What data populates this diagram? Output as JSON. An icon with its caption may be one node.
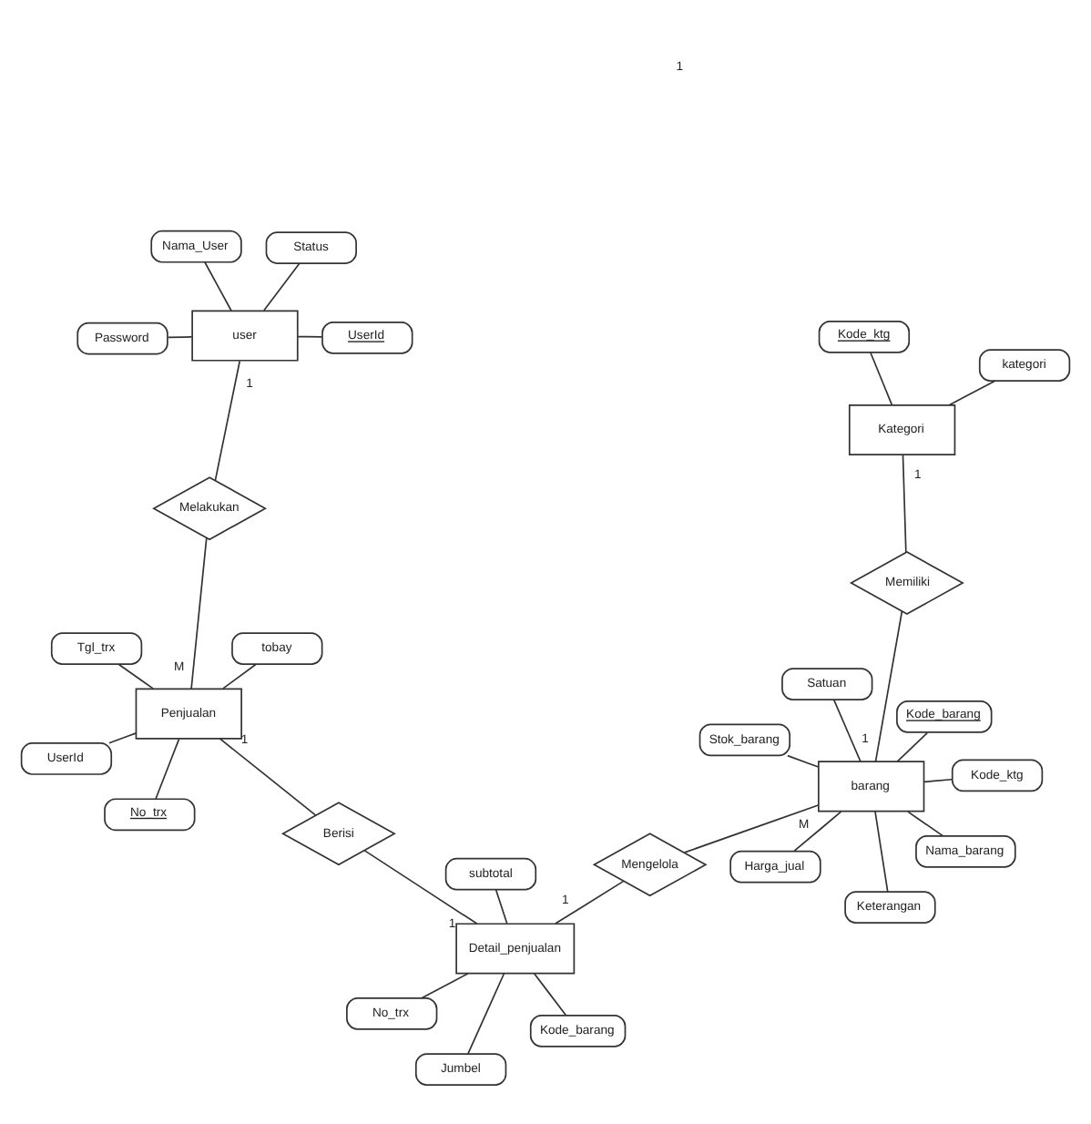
{
  "diagram": {
    "nodes": [
      {
        "text": [
          "Nama_User"
        ]
      },
      {
        "text": [
          "Status"
        ]
      },
      {
        "text": [
          "UserId"
        ]
      },
      {
        "text": [
          "Password"
        ]
      },
      {
        "text": [
          "user"
        ]
      },
      {
        "text": [
          "tobay"
        ]
      },
      {
        "text": [
          "No_trx"
        ]
      },
      {
        "text": [
          "Tgl_trx"
        ]
      },
      {
        "text": [
          "UserId"
        ]
      },
      {
        "text": [
          "Kode_barang"
        ]
      },
      {
        "text": [
          "Jumbel"
        ]
      },
      {
        "text": [
          "subtotal"
        ]
      },
      {
        "text": [
          "No_trx"
        ]
      },
      {
        "text": [
          "Melakukan"
        ]
      },
      {
        "text": [
          "Penjualan"
        ]
      },
      {
        "text": [
          "Berisi"
        ]
      },
      {
        "text": [
          "Detail_penjualan"
        ]
      },
      {
        "text": [
          "Mengelola"
        ]
      },
      {
        "text": [
          "Harga_jual"
        ]
      },
      {
        "text": [
          "Nama_barang"
        ]
      },
      {
        "text": [
          "Stok_barang"
        ]
      },
      {
        "text": [
          "Kode_ktg"
        ]
      },
      {
        "text": [
          "Satuan"
        ]
      },
      {
        "text": [
          "Kode_barang"
        ]
      },
      {
        "text": [
          "Keterangan"
        ]
      },
      {
        "text": [
          "Kode_ktg"
        ]
      },
      {
        "text": [
          "kategori"
        ]
      },
      {
        "text": [
          "barang"
        ]
      },
      {
        "text": [
          "Kategori"
        ]
      },
      {
        "text": [
          "Memiliki"
        ]
      }
    ],
    "edges": [
      {
        "from": 0,
        "to": 4,
        "arrow": "none"
      },
      {
        "from": 1,
        "to": 4,
        "arrow": "none"
      },
      {
        "from": 2,
        "to": 4,
        "arrow": "none"
      },
      {
        "from": 3,
        "to": 4,
        "arrow": "none"
      },
      {
        "from": 5,
        "to": 14,
        "arrow": "none"
      },
      {
        "from": 6,
        "to": 14,
        "arrow": "none"
      },
      {
        "from": 7,
        "to": 14,
        "arrow": "none"
      },
      {
        "from": 8,
        "to": 14,
        "arrow": "none"
      },
      {
        "from": 9,
        "to": 16,
        "arrow": "none"
      },
      {
        "from": 10,
        "to": 16,
        "arrow": "none"
      },
      {
        "from": 11,
        "to": 16,
        "arrow": "none"
      },
      {
        "from": 12,
        "to": 16,
        "arrow": "none"
      },
      {
        "from": 4,
        "to": 13,
        "arrow": "none",
        "label": "1"
      },
      {
        "from": 14,
        "to": 13,
        "arrow": "none",
        "label": "M"
      },
      {
        "from": 14,
        "to": 15,
        "arrow": "none",
        "label": "1"
      },
      {
        "from": 16,
        "to": 15,
        "arrow": "none",
        "label": "1"
      },
      {
        "from": 16,
        "to": 17,
        "arrow": "none",
        "label": "1"
      },
      {
        "from": 27,
        "to": 17,
        "arrow": "none",
        "label": "M"
      },
      {
        "from": 18,
        "to": 27,
        "arrow": "none"
      },
      {
        "from": 19,
        "to": 27,
        "arrow": "none"
      },
      {
        "from": 20,
        "to": 27,
        "arrow": "none"
      },
      {
        "from": 21,
        "to": 27,
        "arrow": "none"
      },
      {
        "from": 22,
        "to": 27,
        "arrow": "none"
      },
      {
        "from": 23,
        "to": 27,
        "arrow": "none"
      },
      {
        "from": 24,
        "to": 27,
        "arrow": "none"
      },
      {
        "from": 25,
        "to": 28,
        "arrow": "none"
      },
      {
        "from": 26,
        "to": 28,
        "arrow": "none"
      },
      {
        "from": 27,
        "to": 29,
        "arrow": "none",
        "label": "1"
      },
      {
        "from": 28,
        "to": 29,
        "arrow": "none",
        "label": "1"
      }
    ],
    "labels": [
      "1"
    ]
  }
}
